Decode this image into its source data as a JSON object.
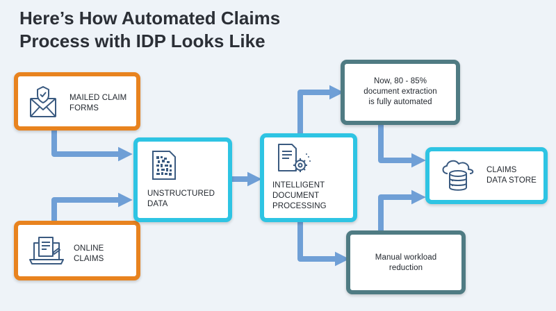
{
  "title": {
    "line1": "Here’s How Automated Claims",
    "line2": "Process with IDP Looks Like"
  },
  "nodes": {
    "mailed": {
      "line1": "MAILED CLAIM",
      "line2": "FORMS",
      "icon": "envelope-shield-icon"
    },
    "online": {
      "line1": "ONLINE",
      "line2": "CLAIMS",
      "icon": "laptop-form-icon"
    },
    "unstructured": {
      "line1": "UNSTRUCTURED",
      "line2": "DATA",
      "icon": "qr-document-icon"
    },
    "idp": {
      "line1": "INTELLIGENT",
      "line2": "DOCUMENT",
      "line3": "PROCESSING",
      "icon": "document-gear-icon"
    },
    "automated": {
      "line1": "Now, 80 - 85%",
      "line2": "document extraction",
      "line3": "is fully automated"
    },
    "manual": {
      "line1": "Manual workload",
      "line2": "reduction"
    },
    "store": {
      "line1": "CLAIMS",
      "line2": "DATA STORE",
      "icon": "database-cloud-icon"
    }
  },
  "colors": {
    "input_border": "#e8831f",
    "process_border": "#2ec4e3",
    "outcome_border": "#4f7b83",
    "arrow": "#6f9fd6",
    "icon": "#3a5a80"
  }
}
